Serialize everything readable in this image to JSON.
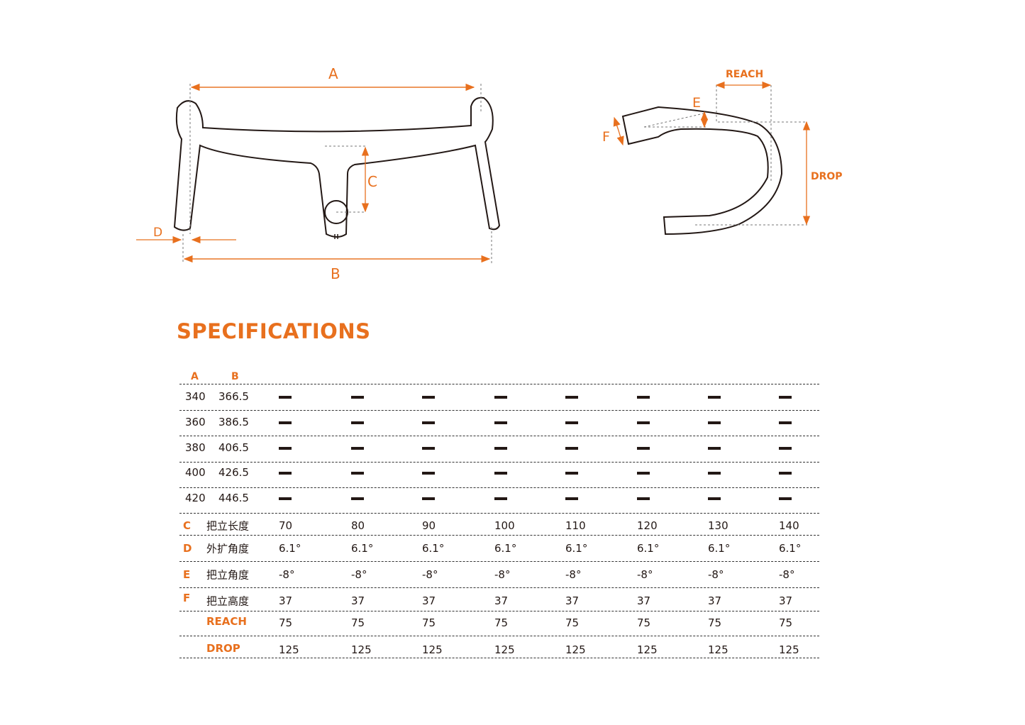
{
  "diagram_labels": {
    "A": "A",
    "B": "B",
    "C": "C",
    "D": "D",
    "E": "E",
    "F": "F",
    "reach": "REACH",
    "drop": "DROP"
  },
  "title": "SPECIFICATIONS",
  "header": {
    "a": "A",
    "b": "B"
  },
  "width_rows": [
    {
      "a": "340",
      "b": "366.5"
    },
    {
      "a": "360",
      "b": "386.5"
    },
    {
      "a": "380",
      "b": "406.5"
    },
    {
      "a": "400",
      "b": "426.5"
    },
    {
      "a": "420",
      "b": "446.5"
    }
  ],
  "spec_rows": [
    {
      "key": "C",
      "label": "把立长度",
      "values": [
        "70",
        "80",
        "90",
        "100",
        "110",
        "120",
        "130",
        "140"
      ]
    },
    {
      "key": "D",
      "label": "外扩角度",
      "values": [
        "6.1°",
        "6.1°",
        "6.1°",
        "6.1°",
        "6.1°",
        "6.1°",
        "6.1°",
        "6.1°"
      ]
    },
    {
      "key": "E",
      "label": "把立角度",
      "values": [
        "-8°",
        "-8°",
        "-8°",
        "-8°",
        "-8°",
        "-8°",
        "-8°",
        "-8°"
      ]
    },
    {
      "key": "F",
      "label": "把立高度",
      "values": [
        "37",
        "37",
        "37",
        "37",
        "37",
        "37",
        "37",
        "37"
      ]
    },
    {
      "key": "",
      "label": "REACH",
      "values": [
        "75",
        "75",
        "75",
        "75",
        "75",
        "75",
        "75",
        "75"
      ]
    },
    {
      "key": "",
      "label": "DROP",
      "values": [
        "125",
        "125",
        "125",
        "125",
        "125",
        "125",
        "125",
        "125"
      ]
    }
  ],
  "colors": {
    "accent": "#e8701e",
    "text": "#231815"
  }
}
